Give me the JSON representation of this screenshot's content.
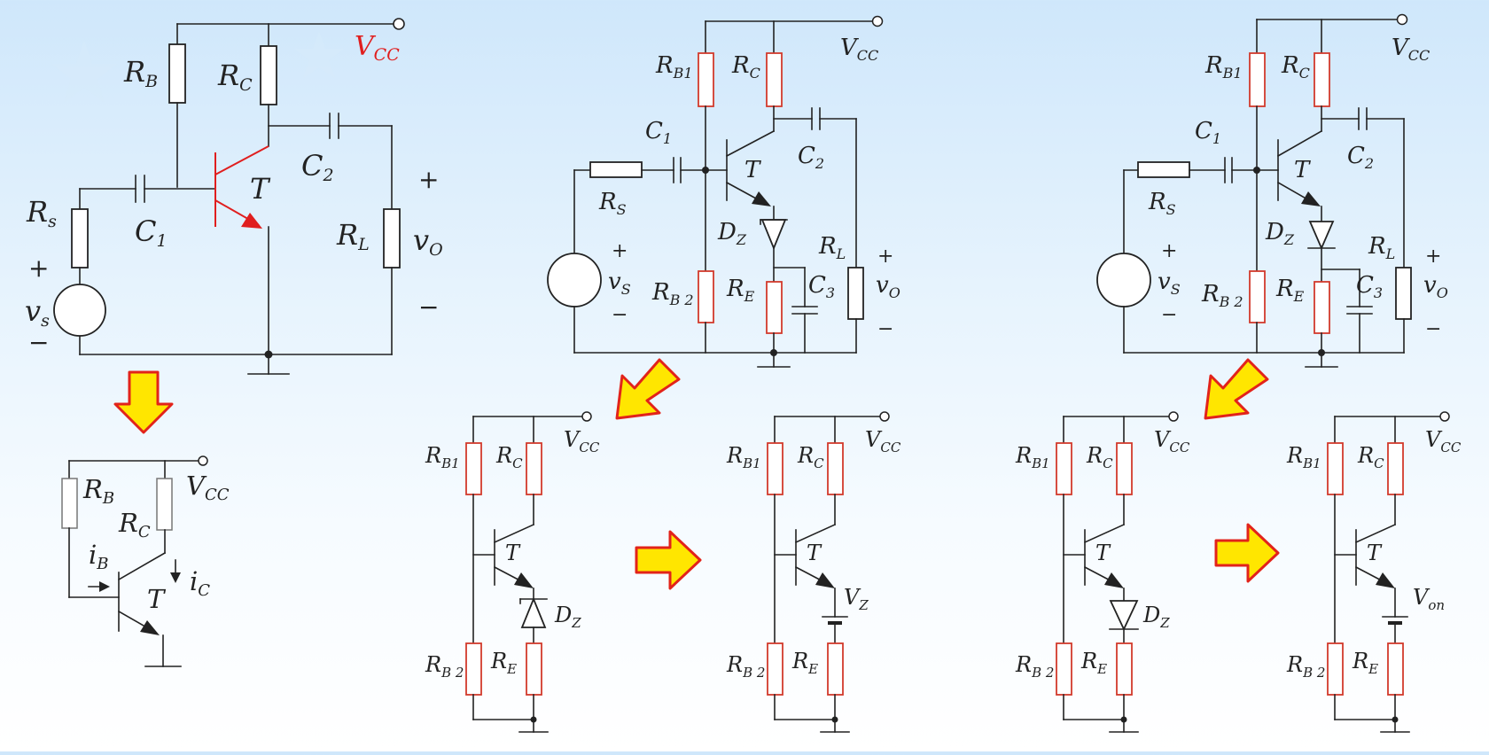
{
  "colors": {
    "wire": "#222222",
    "highlight": "#e01e1e",
    "arrow_fill": "#ffe600",
    "arrow_stroke": "#e2231a"
  },
  "c1": {
    "vcc": "V",
    "vcc_sub": "CC",
    "rb": "R",
    "rb_sub": "B",
    "rc": "R",
    "rc_sub": "C",
    "rs": "R",
    "rs_sub": "s",
    "c1": "C",
    "c1_sub": "1",
    "c2": "C",
    "c2_sub": "2",
    "t": "T",
    "rl": "R",
    "rl_sub": "L",
    "vo": "v",
    "vo_sub": "O",
    "vs": "v",
    "vs_sub": "s",
    "plus": "+",
    "minus": "−"
  },
  "c1d": {
    "vcc": "V",
    "vcc_sub": "CC",
    "rb": "R",
    "rb_sub": "B",
    "rc": "R",
    "rc_sub": "C",
    "ib": "i",
    "ib_sub": "B",
    "ic": "i",
    "ic_sub": "C",
    "t": "T"
  },
  "c2": {
    "vcc": "V",
    "vcc_sub": "CC",
    "rb1": "R",
    "rb1_sub": "B1",
    "rc": "R",
    "rc_sub": "C",
    "c1": "C",
    "c1_sub": "1",
    "c2": "C",
    "c2_sub": "2",
    "c3": "C",
    "c3_sub": "3",
    "rs": "R",
    "rs_sub": "S",
    "t": "T",
    "dz": "D",
    "dz_sub": "Z",
    "rl": "R",
    "rl_sub": "L",
    "rb2": "R",
    "rb2_sub": "B 2",
    "re": "R",
    "re_sub": "E",
    "vs": "v",
    "vs_sub": "S",
    "vo": "v",
    "vo_sub": "O",
    "plus": "+",
    "minus": "−"
  },
  "c3": {
    "vcc": "V",
    "vcc_sub": "CC",
    "rb1": "R",
    "rb1_sub": "B1",
    "rc": "R",
    "rc_sub": "C",
    "c1": "C",
    "c1_sub": "1",
    "c2": "C",
    "c2_sub": "2",
    "c3": "C",
    "c3_sub": "3",
    "rs": "R",
    "rs_sub": "S",
    "t": "T",
    "dz": "D",
    "dz_sub": "Z",
    "rl": "R",
    "rl_sub": "L",
    "rb2": "R",
    "rb2_sub": "B 2",
    "re": "R",
    "re_sub": "E",
    "vs": "v",
    "vs_sub": "S",
    "vo": "v",
    "vo_sub": "O",
    "plus": "+",
    "minus": "−"
  },
  "c2a": {
    "vcc": "V",
    "vcc_sub": "CC",
    "rb1": "R",
    "rb1_sub": "B1",
    "rc": "R",
    "rc_sub": "C",
    "t": "T",
    "dz": "D",
    "dz_sub": "Z",
    "rb2": "R",
    "rb2_sub": "B 2",
    "re": "R",
    "re_sub": "E"
  },
  "c2b": {
    "vcc": "V",
    "vcc_sub": "CC",
    "rb1": "R",
    "rb1_sub": "B1",
    "rc": "R",
    "rc_sub": "C",
    "t": "T",
    "vz": "V",
    "vz_sub": "Z",
    "rb2": "R",
    "rb2_sub": "B 2",
    "re": "R",
    "re_sub": "E"
  },
  "c3a": {
    "vcc": "V",
    "vcc_sub": "CC",
    "rb1": "R",
    "rb1_sub": "B1",
    "rc": "R",
    "rc_sub": "C",
    "t": "T",
    "dz": "D",
    "dz_sub": "Z",
    "rb2": "R",
    "rb2_sub": "B 2",
    "re": "R",
    "re_sub": "E"
  },
  "c3b": {
    "vcc": "V",
    "vcc_sub": "CC",
    "rb1": "R",
    "rb1_sub": "B1",
    "rc": "R",
    "rc_sub": "C",
    "t": "T",
    "von": "V",
    "von_sub": "on",
    "rb2": "R",
    "rb2_sub": "B 2",
    "re": "R",
    "re_sub": "E"
  }
}
